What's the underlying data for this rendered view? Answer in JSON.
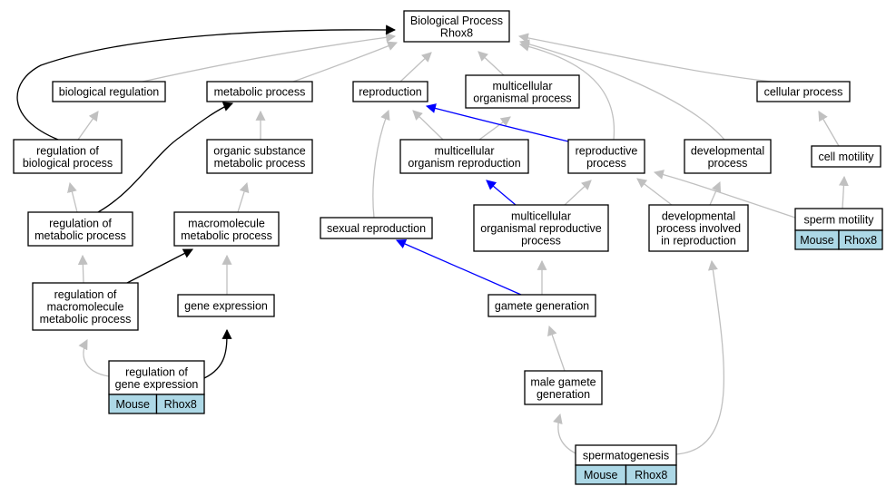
{
  "colors": {
    "edge_is_a": "#c0c0c0",
    "edge_regulates": "#000000",
    "edge_part_of": "#0000ff",
    "annotation_fill": "#add8e6"
  },
  "nodes": {
    "root": {
      "lines": [
        "Biological Process",
        "Rhox8"
      ]
    },
    "biological_regulation": {
      "lines": [
        "biological regulation"
      ]
    },
    "metabolic_process": {
      "lines": [
        "metabolic process"
      ]
    },
    "reproduction": {
      "lines": [
        "reproduction"
      ]
    },
    "multicellular_organismal_process": {
      "lines": [
        "multicellular",
        "organismal process"
      ]
    },
    "cellular_process": {
      "lines": [
        "cellular process"
      ]
    },
    "regulation_of_biological_process": {
      "lines": [
        "regulation of",
        "biological process"
      ]
    },
    "organic_substance_metabolic_process": {
      "lines": [
        "organic substance",
        "metabolic process"
      ]
    },
    "multicellular_organism_reproduction": {
      "lines": [
        "multicellular",
        "organism reproduction"
      ]
    },
    "reproductive_process": {
      "lines": [
        "reproductive",
        "process"
      ]
    },
    "developmental_process": {
      "lines": [
        "developmental",
        "process"
      ]
    },
    "cell_motility": {
      "lines": [
        "cell motility"
      ]
    },
    "regulation_of_metabolic_process": {
      "lines": [
        "regulation of",
        "metabolic process"
      ]
    },
    "macromolecule_metabolic_process": {
      "lines": [
        "macromolecule",
        "metabolic process"
      ]
    },
    "sexual_reproduction": {
      "lines": [
        "sexual reproduction"
      ]
    },
    "multicellular_organismal_reproductive_process": {
      "lines": [
        "multicellular",
        "organismal reproductive",
        "process"
      ]
    },
    "developmental_process_involved_in_reproduction": {
      "lines": [
        "developmental",
        "process involved",
        "in reproduction"
      ]
    },
    "sperm_motility": {
      "lines": [
        "sperm motility"
      ],
      "annotation": [
        "Mouse",
        "Rhox8"
      ]
    },
    "regulation_of_macromolecule_metabolic_process": {
      "lines": [
        "regulation of",
        "macromolecule",
        "metabolic process"
      ]
    },
    "gene_expression": {
      "lines": [
        "gene expression"
      ]
    },
    "gamete_generation": {
      "lines": [
        "gamete generation"
      ]
    },
    "regulation_of_gene_expression": {
      "lines": [
        "regulation of",
        "gene expression"
      ],
      "annotation": [
        "Mouse",
        "Rhox8"
      ]
    },
    "male_gamete_generation": {
      "lines": [
        "male gamete",
        "generation"
      ]
    },
    "spermatogenesis": {
      "lines": [
        "spermatogenesis"
      ],
      "annotation": [
        "Mouse",
        "Rhox8"
      ]
    }
  },
  "edges": [
    {
      "from": "biological_regulation",
      "to": "root",
      "type": "is_a"
    },
    {
      "from": "metabolic_process",
      "to": "root",
      "type": "is_a"
    },
    {
      "from": "reproduction",
      "to": "root",
      "type": "is_a"
    },
    {
      "from": "multicellular_organismal_process",
      "to": "root",
      "type": "is_a"
    },
    {
      "from": "cellular_process",
      "to": "root",
      "type": "is_a"
    },
    {
      "from": "reproductive_process",
      "to": "root",
      "type": "is_a"
    },
    {
      "from": "developmental_process",
      "to": "root",
      "type": "is_a"
    },
    {
      "from": "regulation_of_biological_process",
      "to": "root",
      "type": "regulates"
    },
    {
      "from": "regulation_of_biological_process",
      "to": "biological_regulation",
      "type": "is_a"
    },
    {
      "from": "organic_substance_metabolic_process",
      "to": "metabolic_process",
      "type": "is_a"
    },
    {
      "from": "multicellular_organism_reproduction",
      "to": "reproduction",
      "type": "is_a"
    },
    {
      "from": "multicellular_organism_reproduction",
      "to": "multicellular_organismal_process",
      "type": "is_a"
    },
    {
      "from": "reproductive_process",
      "to": "reproduction",
      "type": "part_of"
    },
    {
      "from": "cell_motility",
      "to": "cellular_process",
      "type": "is_a"
    },
    {
      "from": "regulation_of_metabolic_process",
      "to": "regulation_of_biological_process",
      "type": "is_a"
    },
    {
      "from": "regulation_of_metabolic_process",
      "to": "metabolic_process",
      "type": "regulates"
    },
    {
      "from": "macromolecule_metabolic_process",
      "to": "organic_substance_metabolic_process",
      "type": "is_a"
    },
    {
      "from": "sexual_reproduction",
      "to": "reproduction",
      "type": "is_a"
    },
    {
      "from": "multicellular_organismal_reproductive_process",
      "to": "multicellular_organism_reproduction",
      "type": "part_of"
    },
    {
      "from": "multicellular_organismal_reproductive_process",
      "to": "reproductive_process",
      "type": "is_a"
    },
    {
      "from": "developmental_process_involved_in_reproduction",
      "to": "reproductive_process",
      "type": "is_a"
    },
    {
      "from": "developmental_process_involved_in_reproduction",
      "to": "developmental_process",
      "type": "is_a"
    },
    {
      "from": "sperm_motility",
      "to": "cell_motility",
      "type": "is_a"
    },
    {
      "from": "sperm_motility",
      "to": "reproductive_process",
      "type": "is_a"
    },
    {
      "from": "regulation_of_macromolecule_metabolic_process",
      "to": "regulation_of_metabolic_process",
      "type": "is_a"
    },
    {
      "from": "regulation_of_macromolecule_metabolic_process",
      "to": "macromolecule_metabolic_process",
      "type": "regulates"
    },
    {
      "from": "gene_expression",
      "to": "macromolecule_metabolic_process",
      "type": "is_a"
    },
    {
      "from": "gamete_generation",
      "to": "sexual_reproduction",
      "type": "part_of"
    },
    {
      "from": "gamete_generation",
      "to": "multicellular_organismal_reproductive_process",
      "type": "is_a"
    },
    {
      "from": "regulation_of_gene_expression",
      "to": "regulation_of_macromolecule_metabolic_process",
      "type": "is_a"
    },
    {
      "from": "regulation_of_gene_expression",
      "to": "gene_expression",
      "type": "regulates"
    },
    {
      "from": "male_gamete_generation",
      "to": "gamete_generation",
      "type": "is_a"
    },
    {
      "from": "spermatogenesis",
      "to": "male_gamete_generation",
      "type": "is_a"
    },
    {
      "from": "spermatogenesis",
      "to": "developmental_process_involved_in_reproduction",
      "type": "is_a"
    }
  ]
}
